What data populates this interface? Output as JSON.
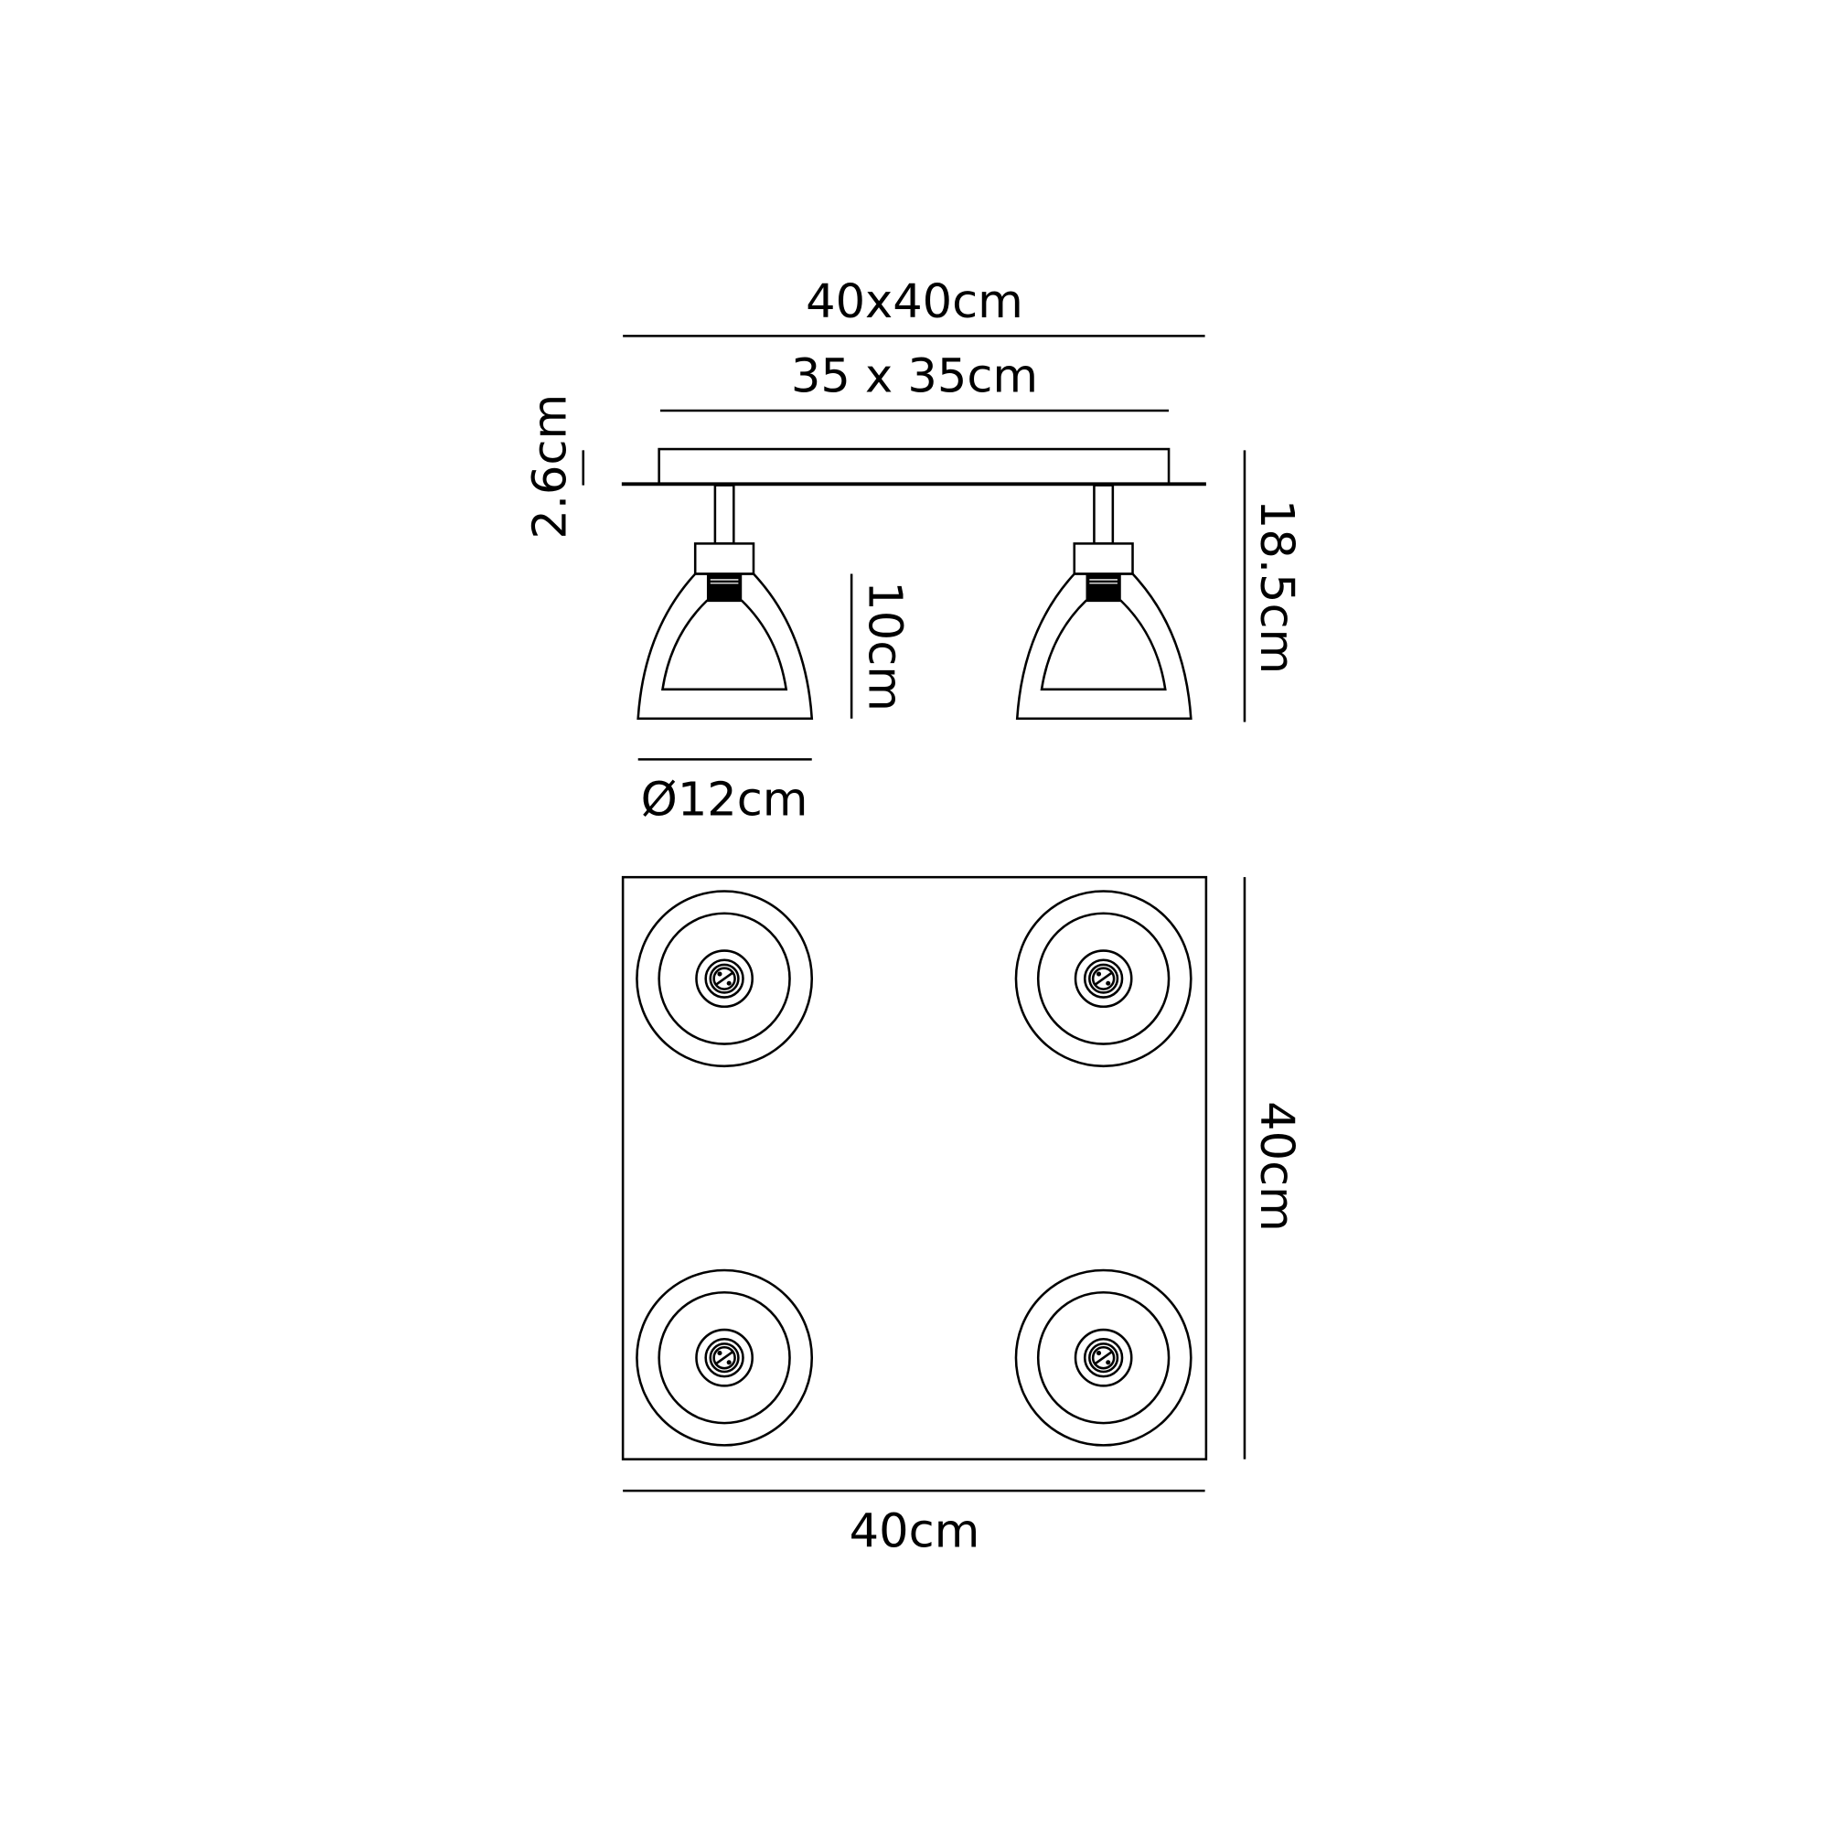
{
  "dimensions": {
    "overall_top": "40x40cm",
    "plate_width": "35 x 35cm",
    "plate_height": "2.6cm",
    "total_height": "18.5cm",
    "shade_height": "10cm",
    "shade_diameter": "Ø12cm",
    "base_height": "40cm",
    "base_width": "40cm"
  },
  "colors": {
    "line": "#000000",
    "background": "#ffffff"
  }
}
